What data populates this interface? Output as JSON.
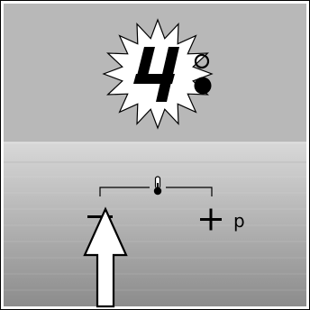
{
  "display": {
    "digit": "4",
    "indicators": [
      {
        "state": "off",
        "style": "outline"
      },
      {
        "state": "on",
        "style": "filled"
      }
    ]
  },
  "controls": {
    "minus_label": "−",
    "plus_label": "+",
    "p_label": "p",
    "thermometer_icon": "thermometer-icon",
    "arrow_icon": "up-arrow-icon"
  },
  "colors": {
    "display_bg": "#b8b8b8",
    "panel_top": "#d4d4d4",
    "panel_bottom": "#8a8a8a",
    "ink": "#000000",
    "burst": "#ffffff"
  }
}
